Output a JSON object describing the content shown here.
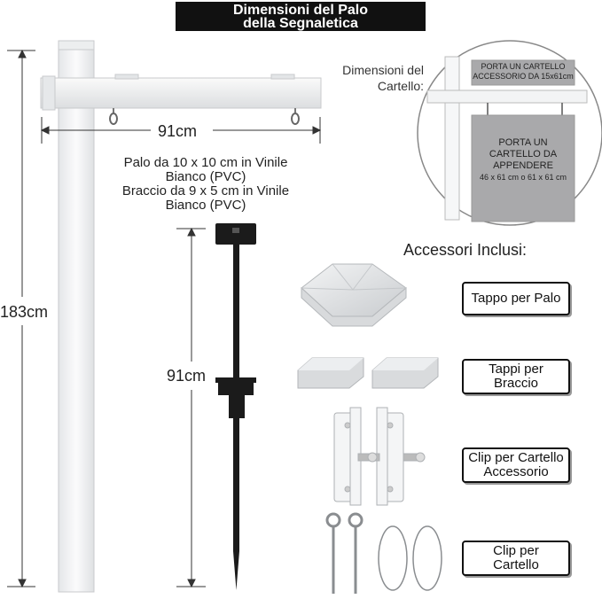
{
  "title": {
    "line1": "Dimensioni del Palo",
    "line2": "della Segnaletica"
  },
  "post": {
    "arm_width": "91cm",
    "post_height": "183cm",
    "spec_line1": "Palo da 10 x 10 cm in Vinile",
    "spec_line2": "Bianco (PVC)",
    "spec_line3": "Braccio da 9 x 5 cm in Vinile",
    "spec_line4": "Bianco (PVC)"
  },
  "stake": {
    "height": "91cm"
  },
  "sign": {
    "label_line1": "Dimensioni del",
    "label_line2": "Cartello:",
    "rider_line1": "PORTA UN CARTELLO",
    "rider_line2": "ACCESSORIO DA 15x61cm",
    "main_line1": "PORTA UN",
    "main_line2": "CARTELLO DA",
    "main_line3": "APPENDERE",
    "main_line4": "46 x 61 cm o 61 x 61 cm"
  },
  "accessories": {
    "title": "Accessori Inclusi:",
    "items": [
      {
        "line1": "Tappo per Palo",
        "line2": ""
      },
      {
        "line1": "Tappi per",
        "line2": "Braccio"
      },
      {
        "line1": "Clip per Cartello",
        "line2": "Accessorio"
      },
      {
        "line1": "Clip per",
        "line2": "Cartello"
      }
    ]
  },
  "colors": {
    "title_bg": "#111111",
    "vinyl": "#f4f5f6",
    "sign_gray": "#a9a9ab",
    "stake": "#1b1b1b"
  }
}
